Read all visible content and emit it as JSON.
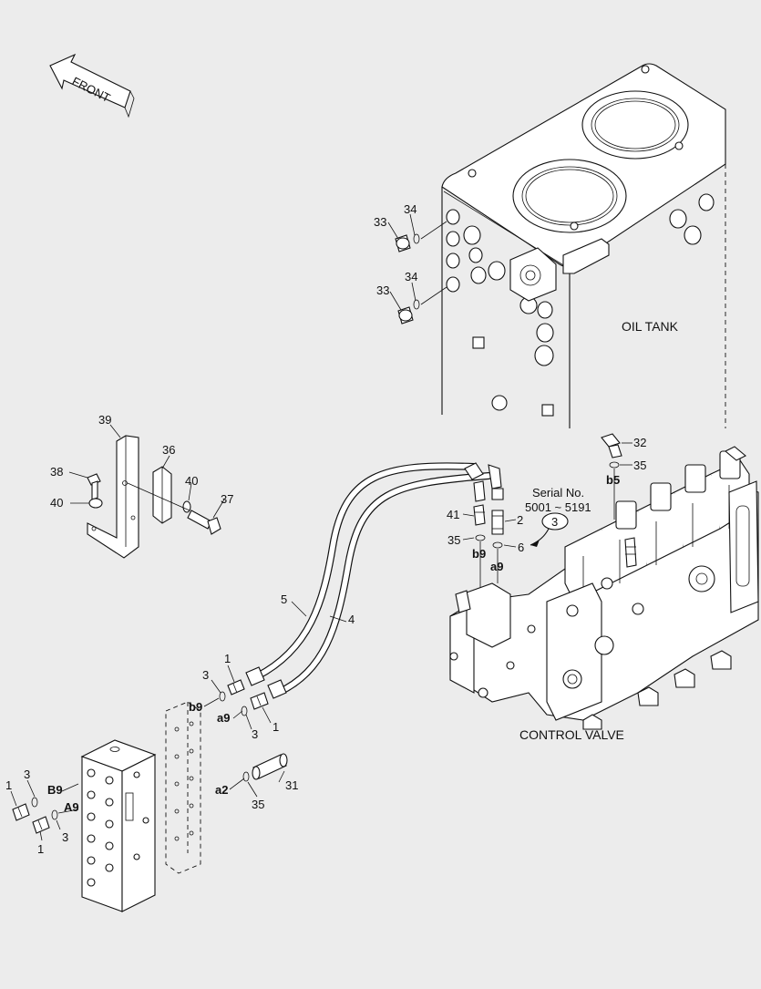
{
  "front_label": "FRONT",
  "assemblies": {
    "oil_tank": "OIL TANK",
    "control_valve": "CONTROL VALVE"
  },
  "serial": {
    "heading": "Serial No.",
    "range": "5001 ~ 5191",
    "ref": "3"
  },
  "callouts": {
    "c33a": "33",
    "c34a": "34",
    "c33b": "33",
    "c34b": "34",
    "c39": "39",
    "c36": "36",
    "c38": "38",
    "c40a": "40",
    "c40b": "40",
    "c37": "37",
    "c32": "32",
    "c35a": "35",
    "cb5": "b5",
    "c41": "41",
    "c2": "2",
    "c35b": "35",
    "cb9a": "b9",
    "c6": "6",
    "ca9a": "a9",
    "c5": "5",
    "c4": "4",
    "c1a": "1",
    "c3a": "3",
    "cb9b": "b9",
    "ca9b": "a9",
    "c3b": "3",
    "c1b": "1",
    "c31": "31",
    "ca2": "a2",
    "c35c": "35",
    "c3c": "3",
    "c1c": "1",
    "cB9": "B9",
    "cA9": "A9",
    "c3d": "3",
    "c1d": "1"
  }
}
